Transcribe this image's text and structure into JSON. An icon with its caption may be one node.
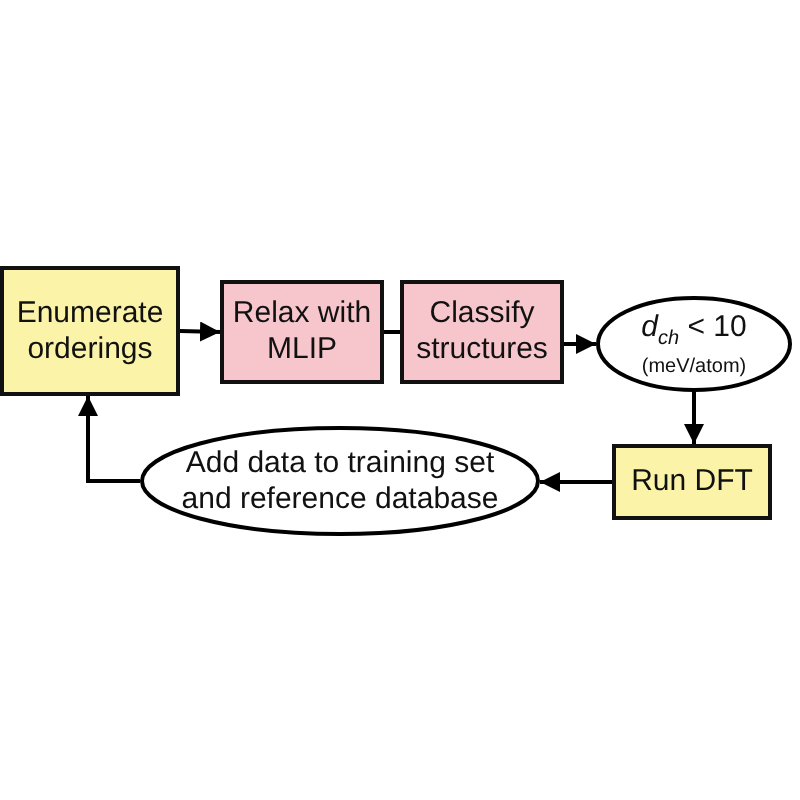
{
  "diagram": {
    "nodes": [
      {
        "text": [
          "Enumerate orderings"
        ]
      },
      {
        "text": [
          "Relax with MLIP"
        ]
      },
      {
        "text": [
          "Classify structures"
        ]
      },
      {
        "text": [
          "*d*$_{ch}$ < 10",
          "(meV/atom)"
        ]
      },
      {
        "text": [
          "Run DFT"
        ]
      },
      {
        "text": [
          "Add data to training set and reference database"
        ]
      }
    ],
    "edges": [
      {
        "from": 0,
        "to": 1,
        "arrow": "to"
      },
      {
        "from": 1,
        "to": 2,
        "arrow": "none"
      },
      {
        "from": 2,
        "to": 3,
        "arrow": "to"
      },
      {
        "from": 3,
        "to": 4,
        "arrow": "to"
      },
      {
        "from": 4,
        "to": 5,
        "arrow": "to"
      },
      {
        "from": 5,
        "to": 0,
        "arrow": "to"
      }
    ]
  }
}
